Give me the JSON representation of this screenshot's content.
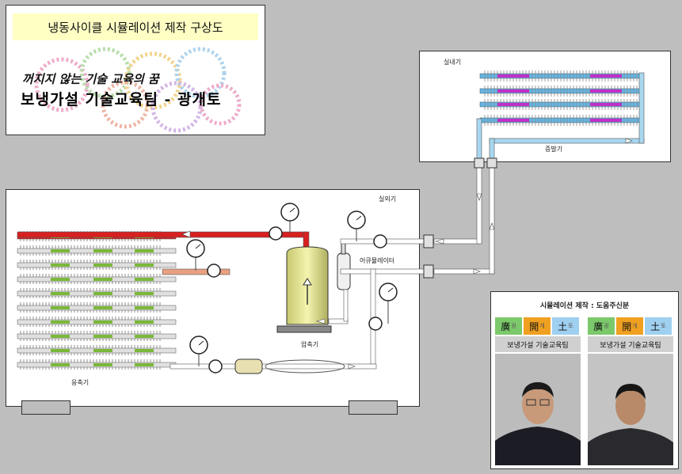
{
  "title_panel": {
    "heading": "냉동사이클 시뮬레이션 제작 구상도",
    "slogan": "꺼지지 않는 기술 교육의 꿈",
    "team_name": "보냉가설 기술교육팀 - 광개토"
  },
  "indoor": {
    "unit_label": "실내기",
    "evaporator_label": "증발기"
  },
  "outdoor": {
    "unit_label": "실외기",
    "accumulator_label": "어큐뮬레이터",
    "compressor_label": "압축기",
    "condenser_label": "응축기"
  },
  "credits": {
    "title": "시뮬레이션 제작 : 도움주신분",
    "cards": [
      {
        "c1": "廣",
        "c1s": "광",
        "c2": "開",
        "c2s": "개",
        "c3": "土",
        "c3s": "토",
        "team": "보냉가설 기술교육팀"
      },
      {
        "c1": "廣",
        "c1s": "광",
        "c2": "開",
        "c2s": "개",
        "c3": "土",
        "c3s": "토",
        "team": "보냉가설 기술교육팀"
      }
    ]
  },
  "colors": {
    "hot_gas": "#d82020",
    "liquid_line": "#ffffff",
    "evaporator_tube": "#63b7e6",
    "evaporator_fin": "#c030c8",
    "condenser_fin": "#7ab83a",
    "tank": "#e8e89a",
    "hanja_green": "#7cc96b",
    "hanja_orange": "#f0a020",
    "hanja_blue": "#9fd0f0"
  }
}
